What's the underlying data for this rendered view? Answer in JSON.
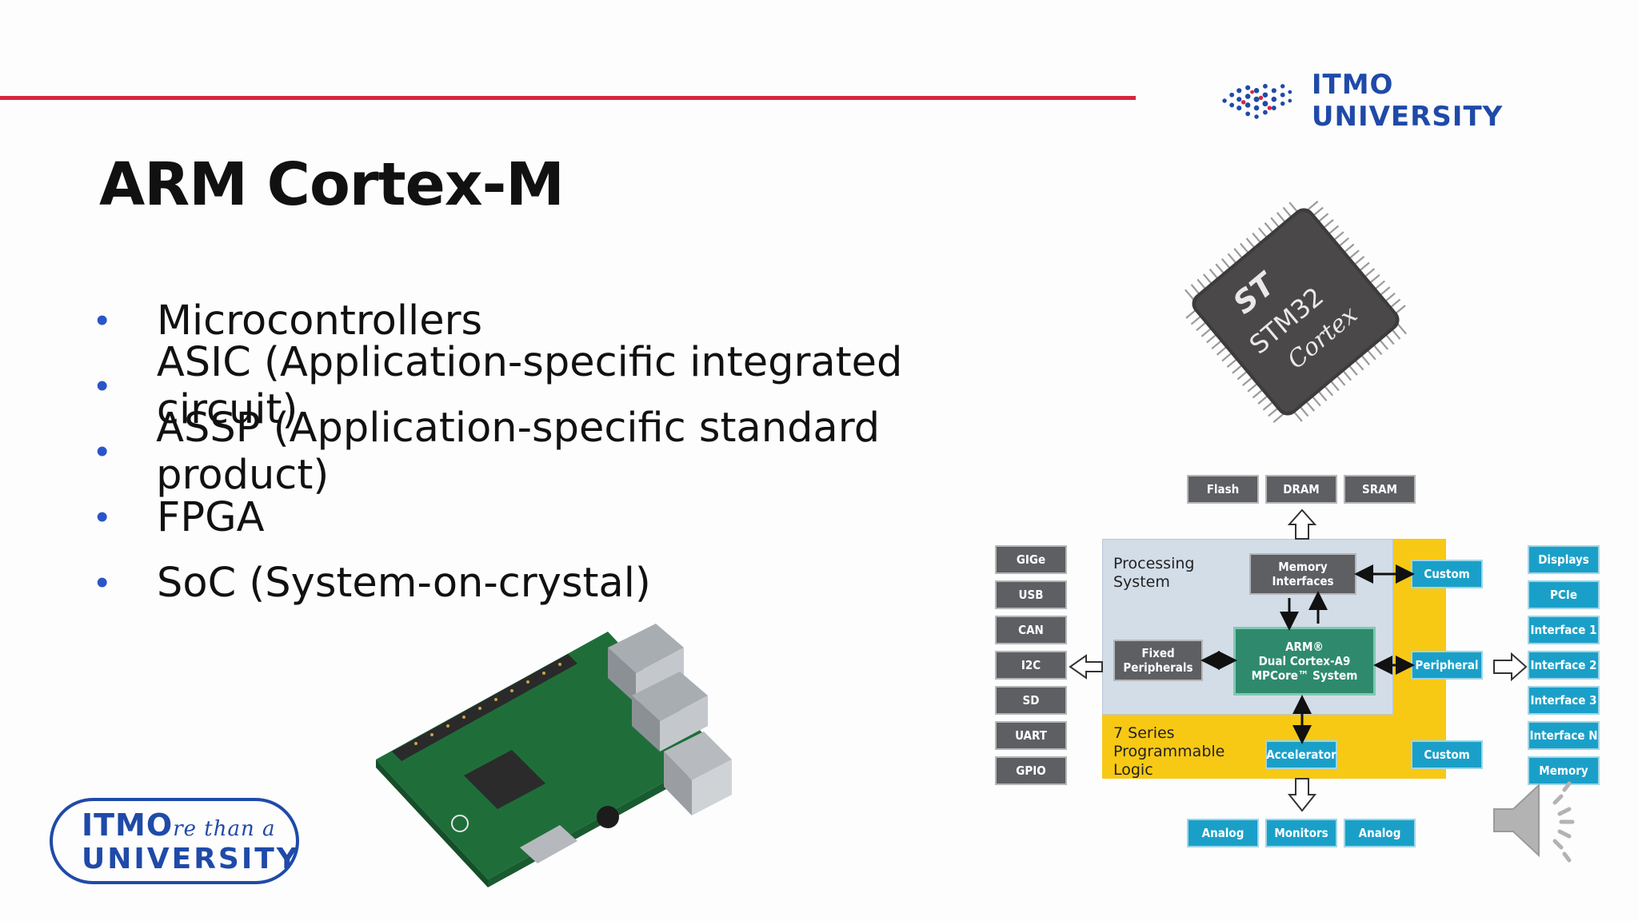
{
  "header": {
    "university_name": "ITMO UNIVERSITY",
    "accent_color": "#d7263d",
    "brand_color": "#1f4aa8"
  },
  "slide": {
    "title": "ARM Cortex-M",
    "bullets": [
      "Microcontrollers",
      "ASIC (Application-specific integrated circuit)",
      "ASSP (Application-specific standard product)",
      "FPGA",
      "SoC (System-on-crystal)"
    ]
  },
  "chip_photo": {
    "brand": "ST",
    "model": "STM32",
    "series": "Cortex"
  },
  "bottom_logo": {
    "line1_prefix": "ITMO",
    "line1_script": "re than a",
    "line2": "UNIVERSITY"
  },
  "diagram": {
    "top_memory": [
      "Flash",
      "DRAM",
      "SRAM"
    ],
    "left_io": [
      "GIGe",
      "USB",
      "CAN",
      "I2C",
      "SD",
      "UART",
      "GPIO"
    ],
    "right_io": [
      "Displays",
      "PCIe",
      "Interface 1",
      "Interface 2",
      "Interface 3",
      "Interface N",
      "Memory"
    ],
    "bottom_io": [
      "Analog",
      "Monitors",
      "Analog"
    ],
    "processing_system_label": "Processing System",
    "programmable_logic_label": "7 Series Programmable Logic",
    "memory_interfaces": "Memory Interfaces",
    "fixed_peripherals": "Fixed Peripherals",
    "core": [
      "ARM®",
      "Dual Cortex-A9",
      "MPCore™ System"
    ],
    "custom_top": "Custom",
    "peripheral": "Peripheral",
    "accelerator": "Accelerator",
    "custom_bottom": "Custom"
  },
  "icons": {
    "speaker": "speaker-icon",
    "logo_dots": "dot-grid-logo-icon"
  }
}
